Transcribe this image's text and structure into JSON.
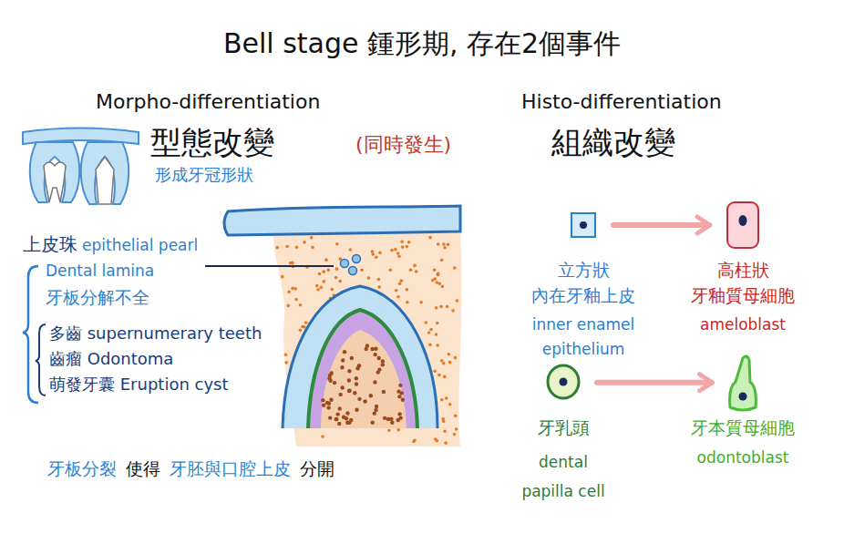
{
  "diagram": {
    "title": "Bell stage 鍾形期, 存在2個事件",
    "nodes": [
      {
        "text": [
          "立方狀",
          "內在牙釉上皮",
          "inner enamel epithelium"
        ]
      },
      {
        "text": [
          "高柱狀",
          "牙釉質母細胞",
          "ameloblast"
        ]
      },
      {
        "text": [
          "牙乳頭",
          "dental papilla cell"
        ]
      },
      {
        "text": [
          "牙本質母細胞",
          "odontoblast"
        ]
      }
    ],
    "edges": [
      {
        "from": 0,
        "to": 1,
        "arrow": "to"
      },
      {
        "from": 2,
        "to": 3,
        "arrow": "to"
      }
    ],
    "labels": [
      "Morpho-differentiation",
      "型態改變",
      "(同時發生)",
      "Histo-differentiation",
      "組織改變",
      "形成牙冠形狀",
      "上皮珠",
      "epithelial pearl",
      "Dental lamina",
      "牙板分解不全",
      "多齒 supernumerary teeth",
      "齒瘤 Odontoma",
      "萌發牙囊 Eruption cyst",
      "牙板分裂",
      "使得",
      "牙胚與口腔上皮",
      "分開"
    ]
  }
}
